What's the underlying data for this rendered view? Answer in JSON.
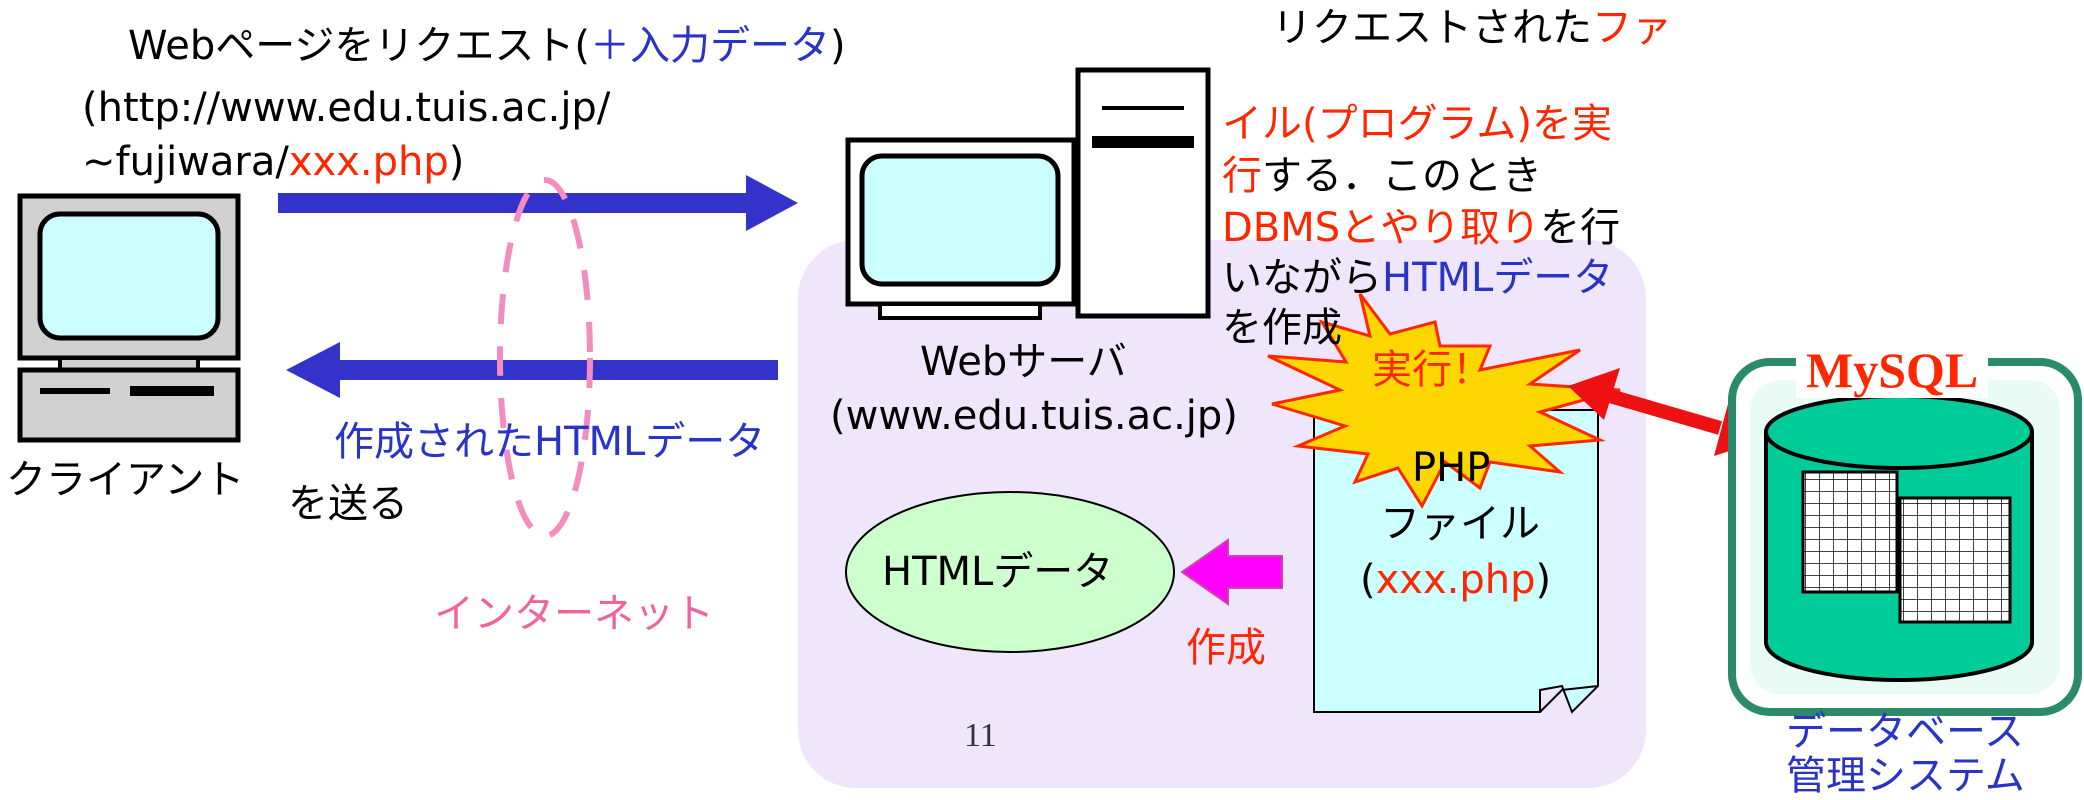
{
  "request": {
    "line1_pre": "Webページをリクエスト(",
    "line1_blue": "＋入力データ",
    "line1_post": ")",
    "url_line1": "(http://www.edu.tuis.ac.jp/",
    "url_line2_pre": "~fujiwara/",
    "url_line2_red": "xxx.php",
    "url_line2_post": ")"
  },
  "server_note": {
    "l1_pre": "リクエストされた",
    "l1_red": "ファ",
    "l2_red": "イル(プログラム)を実",
    "l3_red": "行",
    "l3_post": "する．このとき",
    "l4_red": "DBMSとやり取り",
    "l4_post": "を行",
    "l5_pre": "いながら",
    "l5_blue": "HTMLデータ",
    "l6": "を作成"
  },
  "client": {
    "label": "クライアント"
  },
  "webserver": {
    "label": "Webサーバ",
    "host": "(www.edu.tuis.ac.jp)"
  },
  "response": {
    "line1_blue": "作成されたHTMLデータ",
    "line2": "を送る"
  },
  "internet": {
    "label": "インターネット"
  },
  "execute_burst": {
    "label": "実行！"
  },
  "php_file": {
    "line1": "PHP",
    "line2": "ファイル",
    "line3_pre": "(",
    "line3_red": "xxx.php",
    "line3_post": ")"
  },
  "html_data": {
    "label": "HTMLデータ"
  },
  "create_arrow": {
    "label": "作成"
  },
  "mysql": {
    "label": "MySQL"
  },
  "dbms": {
    "line1": "データベース",
    "line2": "管理システム"
  },
  "page_number": "11",
  "colors": {
    "arrow_blue": "#3333cc",
    "server_area": "#efe6fb",
    "screen_fill": "#ccffff",
    "burst_fill": "#ffd700",
    "db_green": "#00cc99",
    "db_border": "#2a8a6a",
    "html_fill": "#ccffcc",
    "magenta": "#ff00ff",
    "red_arrow": "#ee1111",
    "internet_pink": "#f58cc0"
  }
}
